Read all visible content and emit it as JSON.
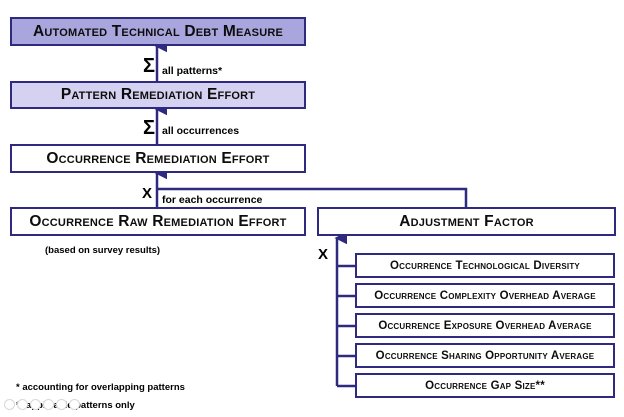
{
  "boxes": {
    "tdm": "Automated Technical Debt Measure",
    "pre": "Pattern Remediation Effort",
    "ore": "Occurrence Remediation Effort",
    "orre": "Occurrence Raw Remediation Effort",
    "adj": "Adjustment Factor",
    "factors": [
      "Occurrence Technological Diversity",
      "Occurrence Complexity Overhead Average",
      "Occurrence Exposure Overhead Average",
      "Occurrence Sharing Opportunity Average",
      "Occurrence Gap Size**"
    ]
  },
  "operators": {
    "sum": "Σ",
    "times": "X",
    "all_patterns": "all patterns*",
    "all_occurrences": "all occurrences",
    "for_each_occurrence": "for each occurrence"
  },
  "notes": {
    "survey": "(based on survey results)",
    "footnote1": "* accounting for overlapping patterns",
    "footnote2": "** applicable patterns only"
  },
  "colors": {
    "border": "#2e2a80",
    "top_fill": "#a9a6dd",
    "second_fill": "#d4d2f0"
  }
}
